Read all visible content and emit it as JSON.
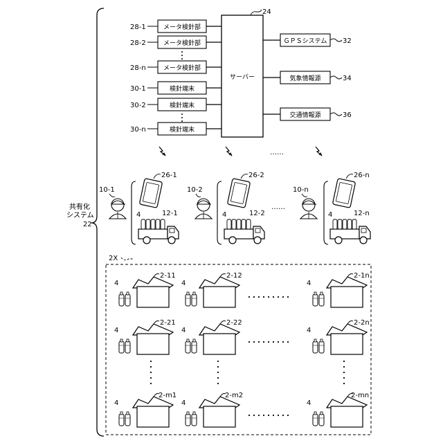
{
  "server": {
    "ref": "24",
    "label": "サーバー"
  },
  "left_items": [
    {
      "ref": "28-1",
      "label": "メータ検針部"
    },
    {
      "ref": "28-2",
      "label": "メータ検針部"
    },
    {
      "ref": "28-n",
      "label": "メータ検針部"
    },
    {
      "ref": "30-1",
      "label": "検針端末"
    },
    {
      "ref": "30-2",
      "label": "検針端末"
    },
    {
      "ref": "30-n",
      "label": "検針端末"
    }
  ],
  "right_items": [
    {
      "ref": "32",
      "label": "ＧＰＳシステム"
    },
    {
      "ref": "34",
      "label": "気象情報源"
    },
    {
      "ref": "36",
      "label": "交通情報源"
    }
  ],
  "shared_system": {
    "line1": "共有化",
    "line2": "システム",
    "ref": "22"
  },
  "dots_h": "……",
  "dots_h2": "……",
  "workers": [
    {
      "worker_ref": "10-1",
      "device_ref": "26-1",
      "cyl_ref": "4",
      "truck_ref": "12-1"
    },
    {
      "worker_ref": "10-2",
      "device_ref": "26-2",
      "cyl_ref": "4",
      "truck_ref": "12-2"
    },
    {
      "worker_ref": "10-n",
      "device_ref": "26-n",
      "cyl_ref": "4",
      "truck_ref": "12-n"
    }
  ],
  "region": {
    "ref": "2X"
  },
  "houses": [
    {
      "ref": "2-11",
      "cyl_ref": "4"
    },
    {
      "ref": "2-12",
      "cyl_ref": "4"
    },
    {
      "ref": "2-1n",
      "cyl_ref": "4"
    },
    {
      "ref": "2-21",
      "cyl_ref": "4"
    },
    {
      "ref": "2-22",
      "cyl_ref": "4"
    },
    {
      "ref": "2-2n",
      "cyl_ref": "4"
    },
    {
      "ref": "2-m1",
      "cyl_ref": "4"
    },
    {
      "ref": "2-m2",
      "cyl_ref": "4"
    },
    {
      "ref": "2-mn",
      "cyl_ref": "4"
    }
  ]
}
